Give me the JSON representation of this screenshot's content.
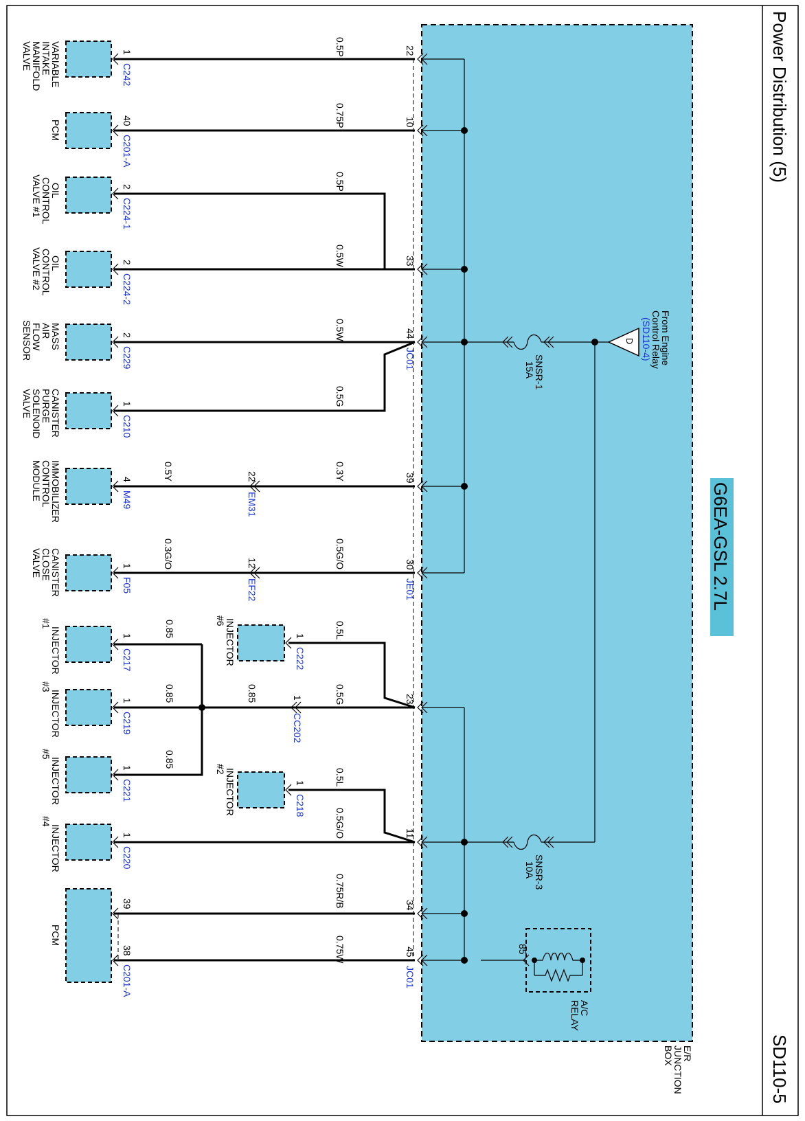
{
  "title": "Power Distribution (5)",
  "page_id": "SD110-5",
  "engine_label": "G6EA-GSL 2.7L",
  "junction_box": [
    "E/R",
    "JUNCTION",
    "BOX"
  ],
  "source": {
    "line1": "From Engine",
    "line2": "Control Relay",
    "ref": "(SD110-4)",
    "symbol": "D"
  },
  "fuses": [
    {
      "name": "SNSR-1",
      "rating": "15A"
    },
    {
      "name": "SNSR-3",
      "rating": "10A"
    }
  ],
  "relay": {
    "line1": "A/C",
    "line2": "RELAY",
    "pin": "85"
  },
  "circuits": [
    {
      "jb_pin": "22",
      "wire": "0.5P",
      "comp_pin": "1",
      "conn": "C242",
      "component": [
        "VARIABLE",
        "INTAKE",
        "MANIFOLD",
        "VALVE"
      ]
    },
    {
      "jb_pin": "10",
      "wire": "0.75P",
      "comp_pin": "40",
      "conn": "C201-A",
      "component": [
        "PCM"
      ]
    },
    {
      "jb_pin": "",
      "wire": "0.5P",
      "comp_pin": "2",
      "conn": "C224-1",
      "component": [
        "OIL",
        "CONTROL",
        "VALVE #1"
      ]
    },
    {
      "jb_pin": "33",
      "wire": "0.5W",
      "comp_pin": "2",
      "conn": "C224-2",
      "component": [
        "OIL",
        "CONTROL",
        "VALVE #2"
      ]
    },
    {
      "jb_pin": "44",
      "wire": "0.5W",
      "comp_pin": "2",
      "conn": "C229",
      "component": [
        "MASS",
        "AIR",
        "FLOW",
        "SENSOR"
      ],
      "jb_conn": "JC01"
    },
    {
      "jb_pin": "",
      "wire": "0.5G",
      "comp_pin": "1",
      "conn": "C210",
      "component": [
        "CANISTER",
        "PURGE",
        "SOLENOID",
        "VALVE"
      ]
    },
    {
      "jb_pin": "39",
      "wire": "0.3Y",
      "wire2": "0.5Y",
      "mid_pin": "22",
      "mid_conn": "EM31",
      "comp_pin": "4",
      "conn": "M49",
      "component": [
        "IMMOBILIZER",
        "CONTROL",
        "MODULE"
      ]
    },
    {
      "jb_pin": "30",
      "wire": "0.5G/O",
      "wire2": "0.3G/O",
      "mid_pin": "12",
      "mid_conn": "EF22",
      "comp_pin": "1",
      "conn": "F05",
      "component": [
        "CANISTER",
        "CLOSE",
        "VALVE"
      ],
      "jb_conn": "JE01"
    },
    {
      "jb_pin": "23",
      "wire": "0.5G",
      "wire_inj6": "0.5L",
      "wire_cc": "0.85",
      "cc_pin": "1",
      "cc_conn": "CC202"
    },
    {
      "jb_pin": "11",
      "wire": "0.5G/O",
      "wire_inj2": "0.5L"
    },
    {
      "jb_pin": "34",
      "wire": "0.75R/B",
      "comp_pin": "39",
      "conn": ""
    },
    {
      "jb_pin": "45",
      "wire": "0.75W",
      "comp_pin": "38",
      "conn": "C201-A",
      "component": [
        "PCM"
      ],
      "jb_conn": "JC01"
    }
  ],
  "injectors": [
    {
      "name": [
        "INJECTOR",
        "#1"
      ],
      "pin": "1",
      "conn": "C217",
      "wire": "0.85"
    },
    {
      "name": [
        "INJECTOR",
        "#3"
      ],
      "pin": "1",
      "conn": "C219",
      "wire": "0.85"
    },
    {
      "name": [
        "INJECTOR",
        "#5"
      ],
      "pin": "1",
      "conn": "C221",
      "wire": "0.85"
    },
    {
      "name": [
        "INJECTOR",
        "#4"
      ],
      "pin": "1",
      "conn": "C220"
    },
    {
      "name": [
        "INJECTOR",
        "#6"
      ],
      "pin": "1",
      "conn": "C222"
    },
    {
      "name": [
        "INJECTOR",
        "#2"
      ],
      "pin": "1",
      "conn": "C218"
    }
  ],
  "colors": {
    "box_fill": "#82cee4",
    "label_blue": "#1a33cc",
    "engine_fill": "#5bc1d8"
  }
}
